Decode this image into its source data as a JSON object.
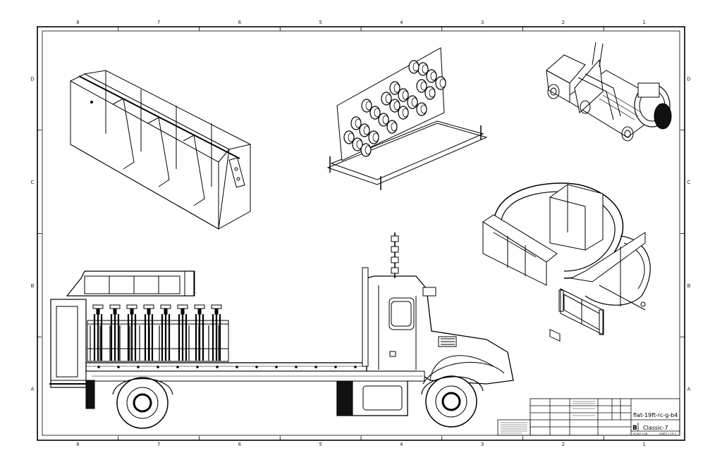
{
  "zones": {
    "columns": [
      "8",
      "7",
      "6",
      "5",
      "4",
      "3",
      "2",
      "1"
    ],
    "rows": [
      "D",
      "C",
      "B",
      "A"
    ]
  },
  "title_block": {
    "drawing_number": "flat-19ft-rc-g-b4",
    "size": "B",
    "chassis": "Classic-7",
    "scale_label": "SCALE 1:48",
    "sheet_label": "SHEET 1 OF 1"
  },
  "views": [
    {
      "name": "Storage bin box (isometric)"
    },
    {
      "name": "Cone rack on pallet frame (isometric)"
    },
    {
      "name": "Truck assembly (isometric)"
    },
    {
      "name": "Hose reel assembly (isometric)"
    },
    {
      "name": "Truck side elevation"
    }
  ]
}
